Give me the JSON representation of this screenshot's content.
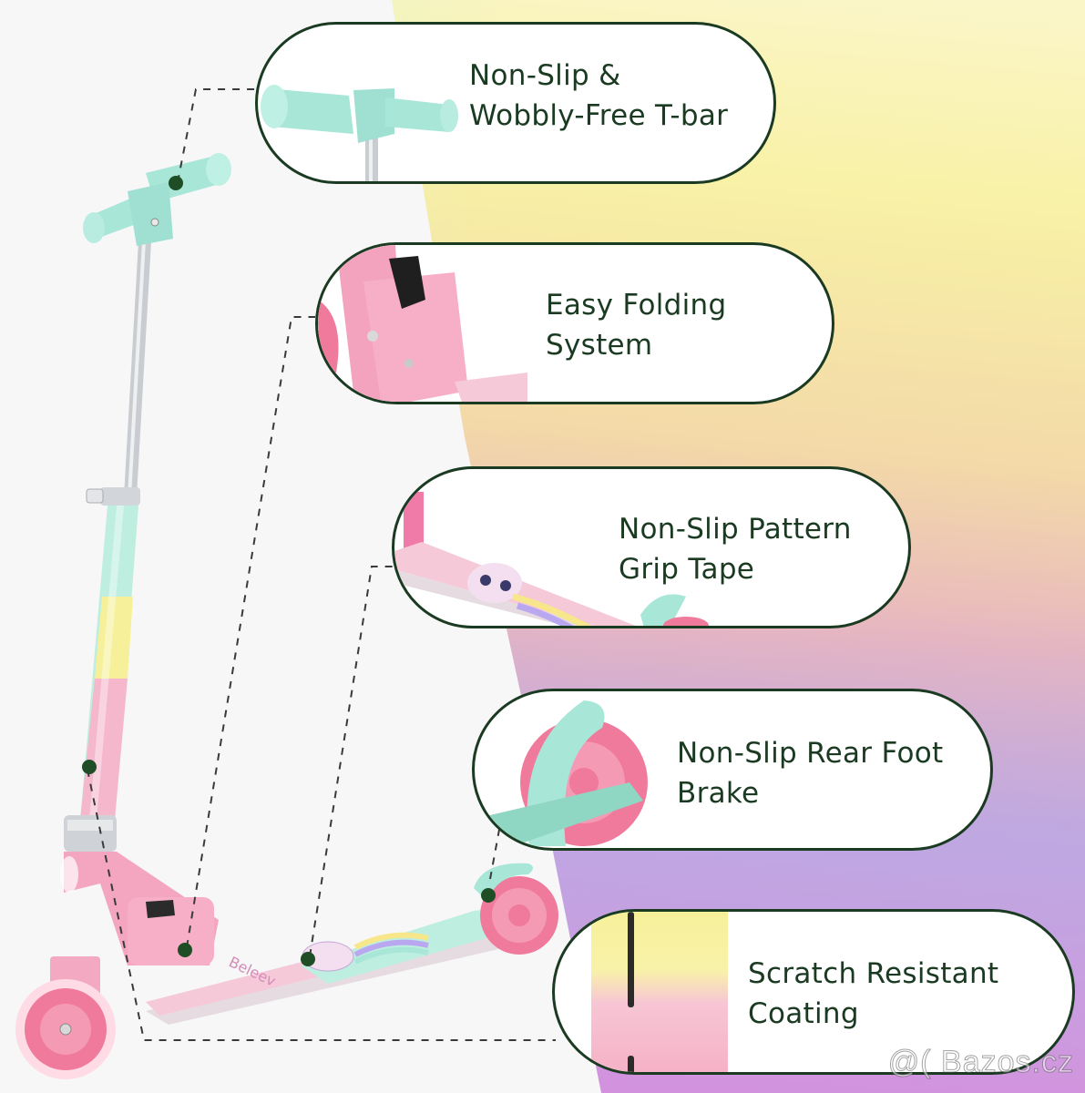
{
  "product": {
    "type": "kids-kick-scooter",
    "brand_text_on_deck": "Beleev",
    "colors": {
      "handlebar": "#a8e6d8",
      "frame": "#f5a9c4",
      "stem_stripes": [
        "#bdeee0",
        "#f7f09a",
        "#f5b7cc"
      ],
      "wheel": "#f07a9c",
      "callout_outline": "#1b3a22",
      "callout_text": "#1b3a22",
      "marker_dot": "#1e4d26"
    }
  },
  "callouts": [
    {
      "id": "t-bar",
      "line1": "Non-Slip &",
      "line2": "Wobbly-Free T-bar"
    },
    {
      "id": "folding",
      "line1": "Easy Folding",
      "line2": "System"
    },
    {
      "id": "grip-tape",
      "line1": "Non-Slip Pattern",
      "line2": "Grip Tape"
    },
    {
      "id": "brake",
      "line1": "Non-Slip Rear Foot",
      "line2": "Brake"
    },
    {
      "id": "coating",
      "line1": "Scratch Resistant",
      "line2": "Coating"
    }
  ],
  "watermark": "@( Bazos.cz"
}
